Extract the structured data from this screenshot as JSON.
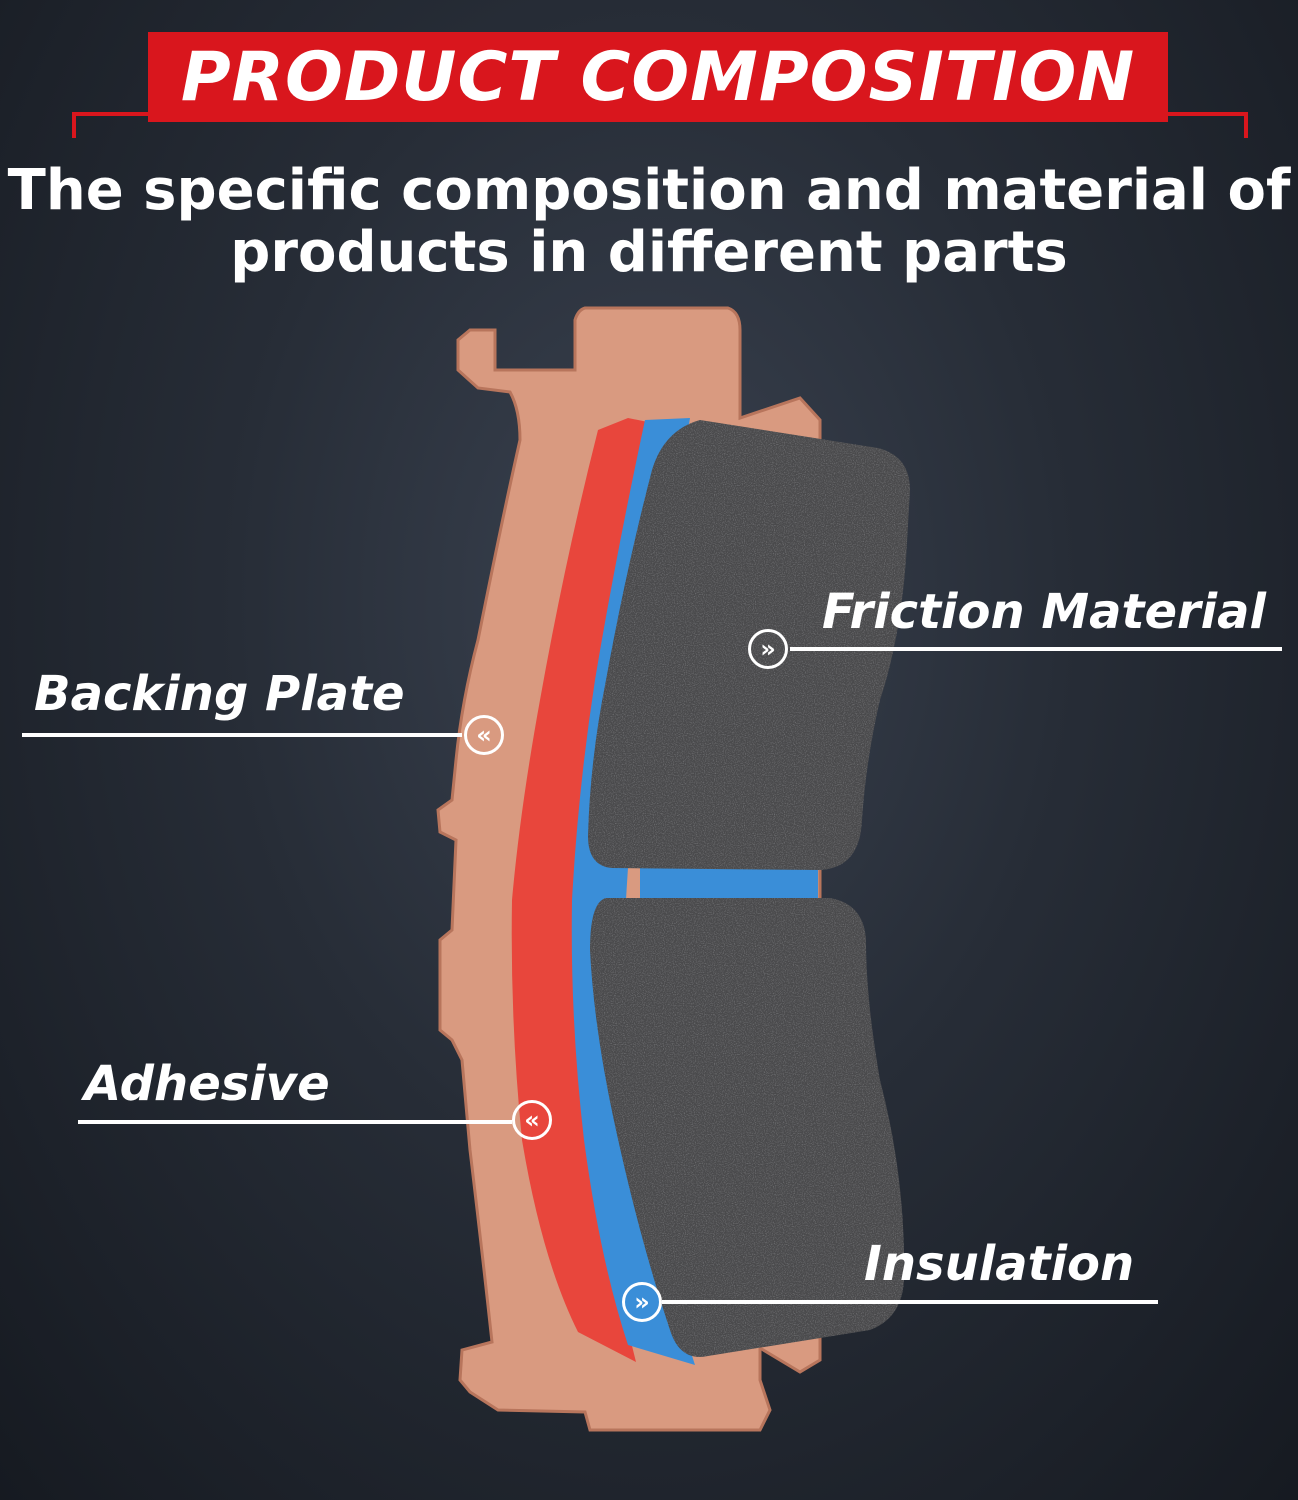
{
  "header": {
    "title": "PRODUCT COMPOSITION",
    "subtitle_line1": "The specific composition and material of",
    "subtitle_line2": "products in different parts"
  },
  "callouts": {
    "friction": {
      "label": "Friction Material",
      "icon": "double-chevron-right-icon"
    },
    "backing": {
      "label": "Backing Plate",
      "icon": "double-chevron-left-icon"
    },
    "adhesive": {
      "label": "Adhesive",
      "icon": "double-chevron-left-icon"
    },
    "insulation": {
      "label": "Insulation",
      "icon": "double-chevron-right-icon"
    }
  },
  "colors": {
    "banner_red": "#d9161d",
    "backing_plate": "#d99a80",
    "adhesive_layer": "#e8463c",
    "insulation_layer": "#3a8ed8",
    "friction_material": "#4a4a4c"
  }
}
